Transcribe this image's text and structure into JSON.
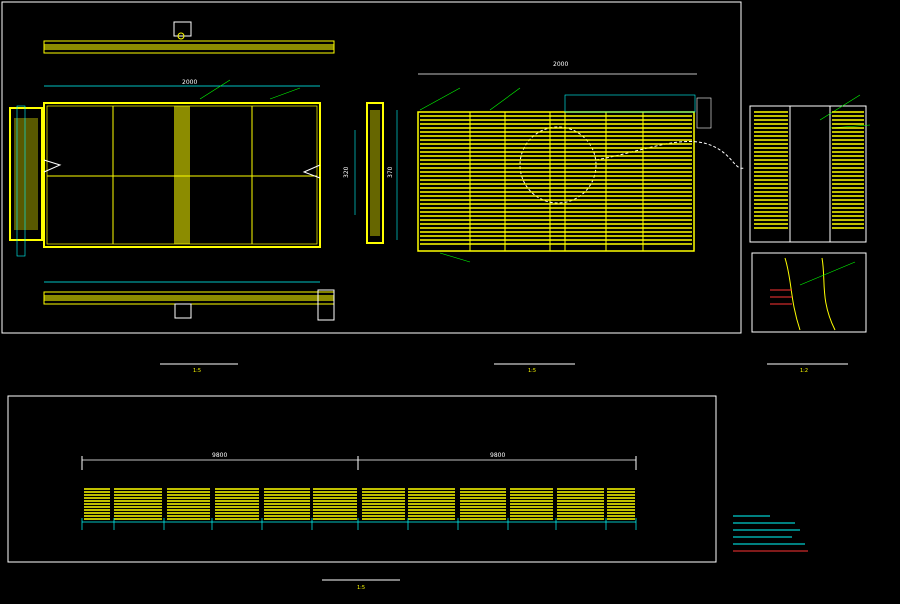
{
  "colors": {
    "background": "#000000",
    "frame": "#ffffff",
    "geometry": "#ffff00",
    "dimension": "#00ffff",
    "leader": "#00ff00",
    "note_warn": "#ff3333"
  },
  "drawing": {
    "dims": {
      "left_width": "2000",
      "right_width": "2000",
      "left_height": "320",
      "side_height": "370",
      "bottom_left": "9800",
      "bottom_right": "9800"
    },
    "captions": {
      "view1_scale": "1:5",
      "view2_scale": "1:5",
      "view3_scale": "1:2",
      "bottom_scale": "1:5"
    }
  }
}
